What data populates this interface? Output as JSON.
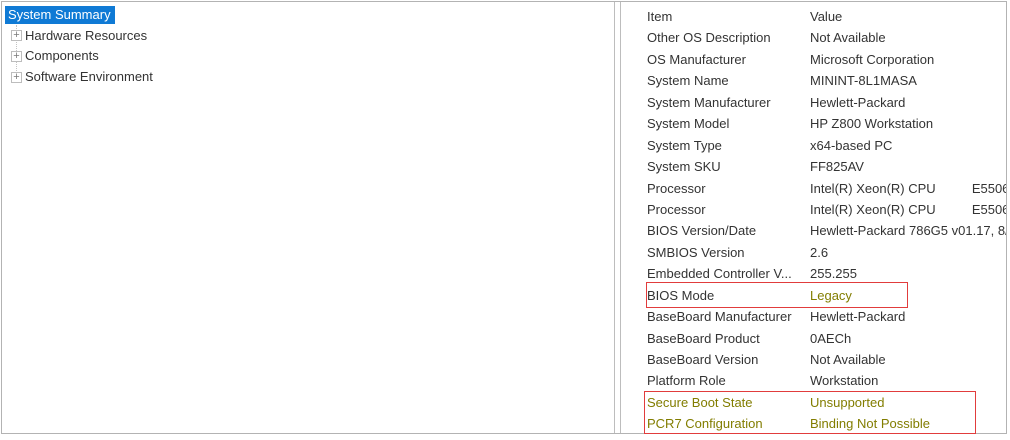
{
  "window": {
    "app": "System Information",
    "view": "System Summary details"
  },
  "left_panel": {
    "expand_glyph": "+",
    "items": [
      {
        "label": "System Summary",
        "selected": true,
        "expandable": false
      },
      {
        "label": "Hardware Resources",
        "selected": false,
        "expandable": true
      },
      {
        "label": "Components",
        "selected": false,
        "expandable": true
      },
      {
        "label": "Software Environment",
        "selected": false,
        "expandable": true
      }
    ]
  },
  "right_panel": {
    "columns": {
      "item": "Item",
      "value": "Value"
    },
    "rows": [
      {
        "item": "Other OS Description",
        "value": "Not Available"
      },
      {
        "item": "OS Manufacturer",
        "value": "Microsoft Corporation"
      },
      {
        "item": "System Name",
        "value": "MININT-8L1MASA"
      },
      {
        "item": "System Manufacturer",
        "value": "Hewlett-Packard"
      },
      {
        "item": "System Model",
        "value": "HP Z800 Workstation"
      },
      {
        "item": "System Type",
        "value": "x64-based PC"
      },
      {
        "item": "System SKU",
        "value": "FF825AV"
      },
      {
        "item": "Processor",
        "value": "Intel(R) Xeon(R) CPU          E5506"
      },
      {
        "item": "Processor",
        "value": "Intel(R) Xeon(R) CPU          E5506"
      },
      {
        "item": "BIOS Version/Date",
        "value": "Hewlett-Packard 786G5 v01.17, 8/"
      },
      {
        "item": "SMBIOS Version",
        "value": "2.6"
      },
      {
        "item": "Embedded Controller V...",
        "value": "255.255"
      },
      {
        "item": "BIOS Mode",
        "value": "Legacy",
        "hl": "value"
      },
      {
        "item": "BaseBoard Manufacturer",
        "value": "Hewlett-Packard"
      },
      {
        "item": "BaseBoard Product",
        "value": "0AECh"
      },
      {
        "item": "BaseBoard Version",
        "value": "Not Available"
      },
      {
        "item": "Platform Role",
        "value": "Workstation"
      },
      {
        "item": "Secure Boot State",
        "value": "Unsupported",
        "hl": "row"
      },
      {
        "item": "PCR7 Configuration",
        "value": "Binding Not Possible",
        "hl": "row"
      }
    ]
  },
  "colors": {
    "selection_bg": "#0f7ad5",
    "selection_text": "#ffffff",
    "annotation_red": "#e13c3c",
    "highlight_olive": "#827d00",
    "text_color": "#333333",
    "border_color": "#b3b3b3"
  }
}
